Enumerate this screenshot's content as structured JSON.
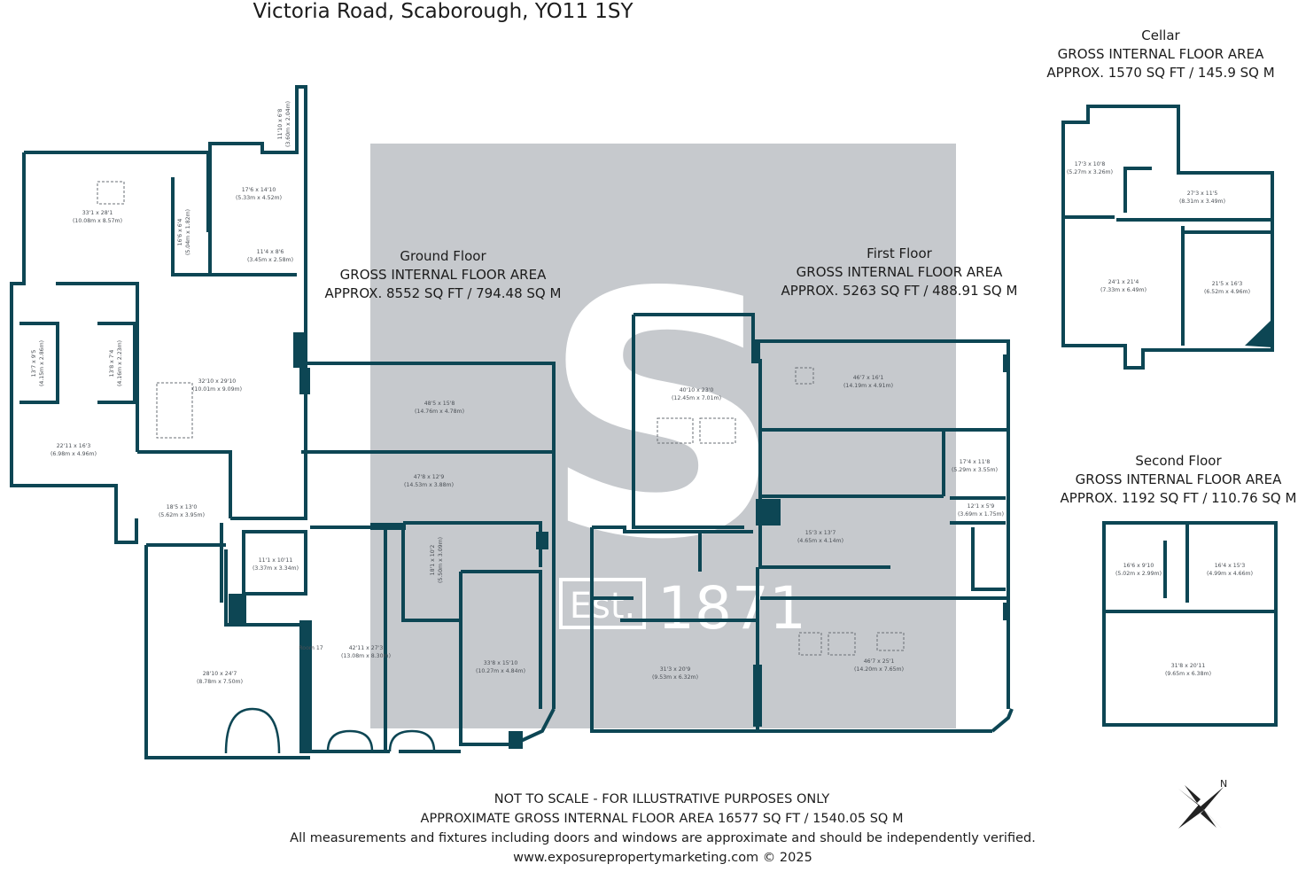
{
  "title": "Victoria Road, Scaborough, YO11 1SY",
  "colors": {
    "wall": "#0d4654",
    "text": "#1c1c1c",
    "watermark_bg": "#c6c9cd",
    "watermark_fg": "#ffffff"
  },
  "watermark": {
    "letter": "S",
    "badge": "Est.",
    "year": "1871"
  },
  "floors": {
    "ground": {
      "name": "Ground Floor",
      "gia_label": "GROSS INTERNAL FLOOR AREA",
      "area": "APPROX. 8552 SQ FT / 794.48 SQ M"
    },
    "first": {
      "name": "First Floor",
      "gia_label": "GROSS INTERNAL FLOOR AREA",
      "area": "APPROX. 5263 SQ FT / 488.91 SQ M"
    },
    "cellar": {
      "name": "Cellar",
      "gia_label": "GROSS INTERNAL FLOOR AREA",
      "area": "APPROX. 1570 SQ FT / 145.9 SQ M"
    },
    "second": {
      "name": "Second Floor",
      "gia_label": "GROSS INTERNAL FLOOR AREA",
      "area": "APPROX. 1192 SQ FT / 110.76 SQ M"
    }
  },
  "rooms": {
    "g1": [
      "33'1 x 28'1",
      "(10.08m x 8.57m)"
    ],
    "g2": [
      "16'6 x 6'4",
      "(5.04m x 1.82m)"
    ],
    "g3": [
      "17'6 x 14'10",
      "(5.33m x 4.52m)"
    ],
    "g4": [
      "11'10 x 6'8",
      "(3.60m x 2.04m)"
    ],
    "g5": [
      "11'4 x 8'6",
      "(3.45m x 2.58m)"
    ],
    "g6": [
      "13'7 x 9'5",
      "(4.15m x 2.86m)"
    ],
    "g7": [
      "13'8 x 7'4",
      "(4.16m x 2.23m)"
    ],
    "g8": [
      "32'10 x 29'10",
      "(10.01m x 9.09m)"
    ],
    "g9": [
      "22'11 x 16'3",
      "(6.98m x 4.96m)"
    ],
    "g10": [
      "18'5 x 13'0",
      "(5.62m x 3.95m)"
    ],
    "g11": [
      "11'1 x 10'11",
      "(3.37m x 3.34m)"
    ],
    "g12": [
      "28'10 x 24'7",
      "(8.78m x 7.50m)"
    ],
    "g13": [
      "42'11 x 27'3",
      "(13.08m x 8.30m)"
    ],
    "g14": [
      "48'5 x 15'8",
      "(14.76m x 4.78m)"
    ],
    "g15": [
      "47'8 x 12'9",
      "(14.53m x 3.88m)"
    ],
    "g16": [
      "18'1 x 10'2",
      "(5.50m x 3.09m)"
    ],
    "g17": [
      "33'8 x 15'10",
      "(10.27m x 4.84m)"
    ],
    "g18": "Room 17",
    "f1": [
      "40'10 x 23'0",
      "(12.45m x 7.01m)"
    ],
    "f2": [
      "46'7 x 16'1",
      "(14.19m x 4.91m)"
    ],
    "f3": [
      "17'4 x 11'8",
      "(5.29m x 3.55m)"
    ],
    "f4": [
      "12'1 x 5'9",
      "(3.69m x 1.75m)"
    ],
    "f5": [
      "15'3 x 13'7",
      "(4.65m x 4.14m)"
    ],
    "f6": [
      "31'3 x 20'9",
      "(9.53m x 6.32m)"
    ],
    "f7": [
      "46'7 x 25'1",
      "(14.20m x 7.65m)"
    ],
    "c1": [
      "17'3 x 10'8",
      "(5.27m x 3.26m)"
    ],
    "c2": [
      "27'3 x 11'5",
      "(8.31m x 3.49m)"
    ],
    "c3": [
      "24'1 x 21'4",
      "(7.33m x 6.49m)"
    ],
    "c4": [
      "21'5 x 16'3",
      "(6.52m x 4.96m)"
    ],
    "s1": [
      "16'6 x 9'10",
      "(5.02m x 2.99m)"
    ],
    "s2": [
      "16'4 x 15'3",
      "(4.99m x 4.66m)"
    ],
    "s3": [
      "31'8 x 20'11",
      "(9.65m x 6.38m)"
    ]
  },
  "footer": {
    "line1": "NOT TO SCALE - FOR ILLUSTRATIVE PURPOSES ONLY",
    "line2": "APPROXIMATE GROSS INTERNAL FLOOR AREA 16577 SQ FT / 1540.05 SQ M",
    "line3": "All measurements and fixtures including doors and windows are approximate and should be independently verified.",
    "line4": "www.exposurepropertymarketing.com © 2025"
  },
  "compass": {
    "letter": "N"
  }
}
